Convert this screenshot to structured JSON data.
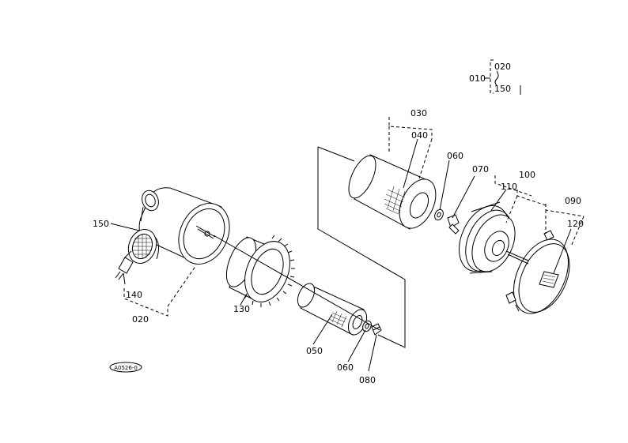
{
  "callouts": {
    "ref_010": "010",
    "ref_020_top": "020",
    "ref_150_top": "150",
    "ref_030": "030",
    "ref_040": "040",
    "ref_060_top": "060",
    "ref_070": "070",
    "ref_100": "100",
    "ref_110": "110",
    "ref_090": "090",
    "ref_120": "120",
    "ref_150": "150",
    "ref_140": "140",
    "ref_020": "020",
    "ref_130": "130",
    "ref_050": "050",
    "ref_060_bottom": "060",
    "ref_080": "080"
  },
  "stamp": {
    "code": "A0526-0"
  }
}
